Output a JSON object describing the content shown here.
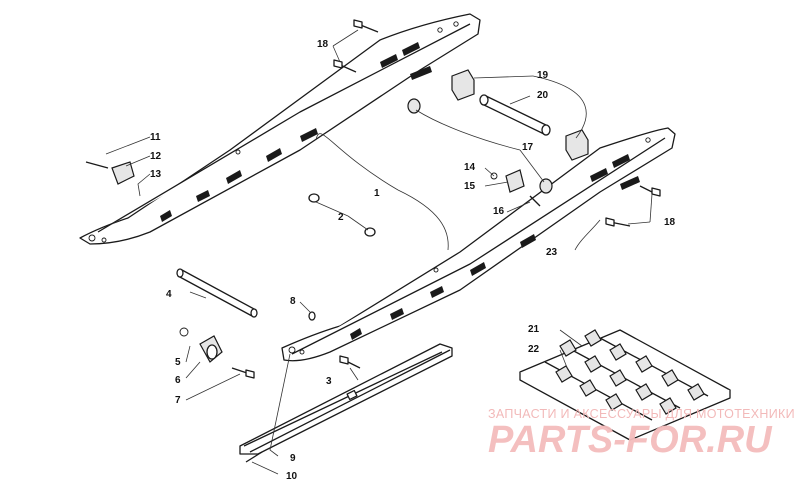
{
  "diagram": {
    "callouts": [
      "1",
      "2",
      "3",
      "4",
      "5",
      "6",
      "7",
      "8",
      "9",
      "10",
      "11",
      "12",
      "13",
      "14",
      "15",
      "16",
      "17",
      "18",
      "18",
      "19",
      "20",
      "21",
      "22",
      "23"
    ]
  },
  "watermark": {
    "tagline": "ЗАПЧАСТИ И АКСЕССУАРЫ ДЛЯ МОТОТЕХНИКИ",
    "logo": "PARTS-FOR.RU"
  },
  "colors": {
    "line": "#1a1a1a",
    "watermark": "#f2b6b6"
  }
}
